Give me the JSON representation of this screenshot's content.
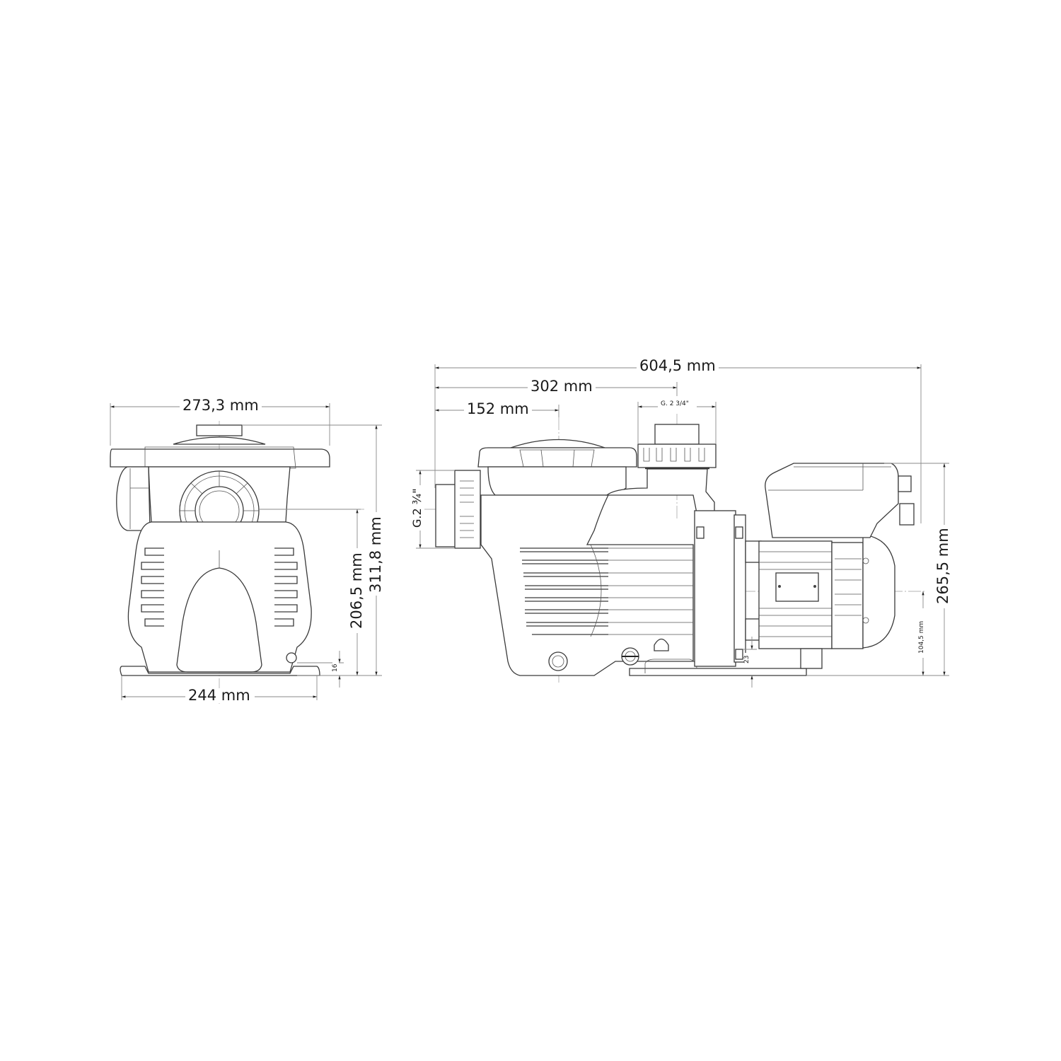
{
  "drawing": {
    "title": "Pool pump dimension drawing",
    "line_color": "#3a3a3a",
    "dimension_color": "#8a8a8a",
    "views": [
      {
        "name": "front-view",
        "dimensions": {
          "overall_width": "273,3 mm",
          "base_width": "244 mm",
          "inlet_center_height": "206,5 mm",
          "overall_height": "311,8 mm",
          "base_thickness": "16"
        }
      },
      {
        "name": "side-view",
        "dimensions": {
          "overall_length": "604,5 mm",
          "outlet_center_distance": "302 mm",
          "basket_center_distance": "152 mm",
          "outlet_thread": "G. 2  3/4\"",
          "inlet_thread": "G.2 ¾\"",
          "overall_height": "265,5 mm",
          "motor_axis_height": "104,5 mm",
          "foot_height": "23"
        }
      }
    ]
  }
}
